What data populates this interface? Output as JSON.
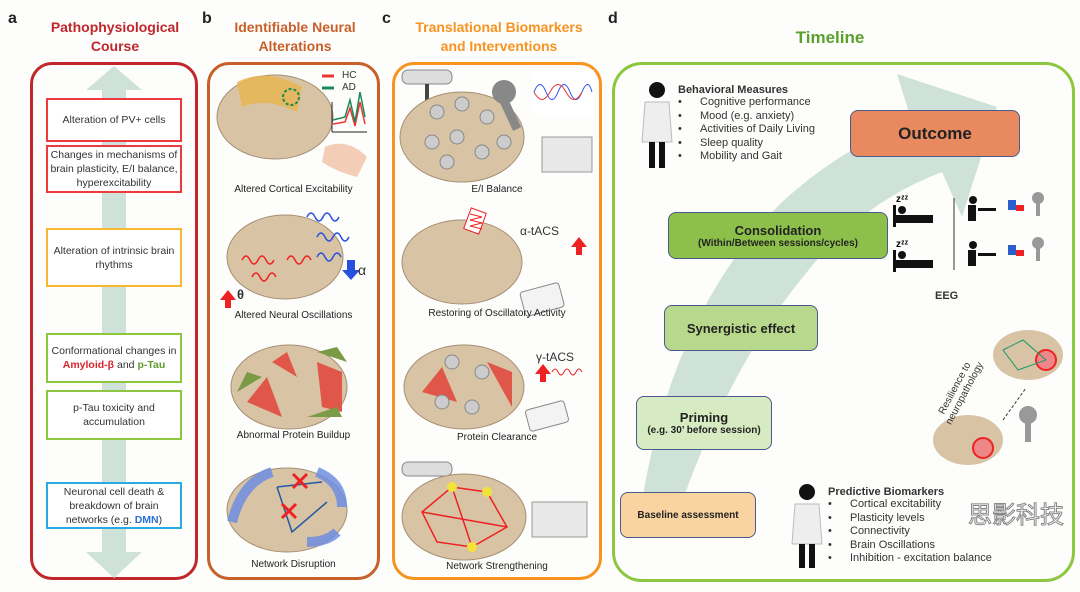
{
  "panels": {
    "a": {
      "letter": "a",
      "title": "Pathophysiological Course",
      "boxes": [
        {
          "text": "Alteration of PV+ cells"
        },
        {
          "text": "Changes in mechanisms of brain plasticity, E/I balance, hyperexcitability"
        },
        {
          "text": "Alteration of intrinsic brain rhythms"
        },
        {
          "pre": "Conformational changes in ",
          "hl1": "Amyloid-β",
          "mid": " and ",
          "hl2": "p-Tau"
        },
        {
          "text": "p-Tau toxicity and accumulation"
        },
        {
          "pre": "Neuronal cell death & breakdown of brain networks (e.g. ",
          "hl1": "DMN",
          "post": ")"
        }
      ]
    },
    "b": {
      "letter": "b",
      "title": "Identifiable Neural Alterations",
      "legend": [
        "HC",
        "AD"
      ],
      "captions": [
        "Altered Cortical Excitability",
        "Altered Neural Oscillations",
        "Abnormal Protein Buildup",
        "Network Disruption"
      ],
      "theta": "θ",
      "alpha": "α"
    },
    "c": {
      "letter": "c",
      "title": "Translational Biomarkers and Interventions",
      "captions": [
        "E/I Balance",
        "Restoring of Oscillatory Activity",
        "Protein Clearance",
        "Network Strengthening"
      ],
      "alpha_tacs": "α-tACS",
      "gamma_tacs": "γ-tACS"
    },
    "d": {
      "letter": "d",
      "title": "Timeline",
      "behavioral": {
        "heading": "Behavioral Measures",
        "items": [
          "Cognitive performance",
          "Mood (e.g. anxiety)",
          "Activities of Daily Living",
          "Sleep quality",
          "Mobility and Gait"
        ]
      },
      "stages": {
        "outcome": "Outcome",
        "consolidation": "Consolidation",
        "consolidation_sub": "(Within/Between sessions/cycles)",
        "synergistic": "Synergistic effect",
        "priming": "Priming",
        "priming_sub": "(e.g. 30’ before session)",
        "baseline": "Baseline  assessment"
      },
      "eeg": "EEG",
      "resilience": "Resilience to neuropathology",
      "predictive": {
        "heading": "Predictive Biomarkers",
        "items": [
          "Cortical excitability",
          "Plasticity levels",
          "Connectivity",
          "Brain Oscillations",
          "Inhibition - excitation balance"
        ]
      }
    }
  },
  "watermark": "思影科技",
  "colors": {
    "a": "#c0272d",
    "b": "#c8602a",
    "c": "#f7931e",
    "d": "#8dc63f",
    "arrow": "#cfe2d9"
  }
}
